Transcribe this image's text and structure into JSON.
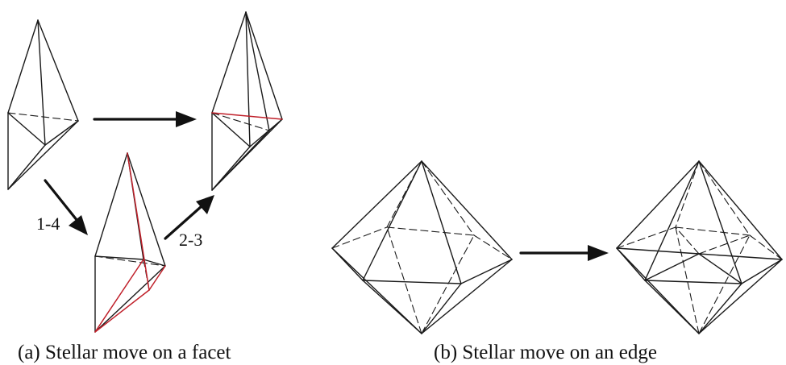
{
  "panel_a": {
    "caption": "(a) Stellar move on a facet",
    "move_1_4_label": "1-4",
    "move_2_3_label": "2-3"
  },
  "panel_b": {
    "caption": "(b) Stellar move on an edge"
  },
  "colors": {
    "edge": "#1a1a1a",
    "subdivision_highlight": "#c0202a",
    "arrow": "#111111"
  }
}
